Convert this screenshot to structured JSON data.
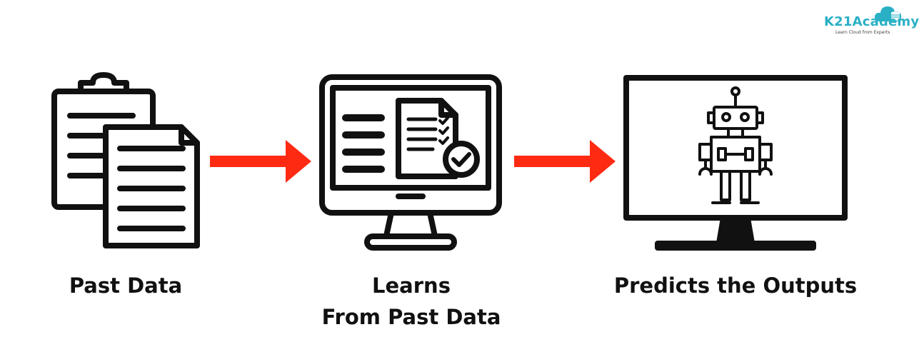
{
  "brand": {
    "name": "K21Academy",
    "tagline": "Learn Cloud from Experts",
    "color": "#2ab0c5"
  },
  "steps": [
    {
      "label": "Past Data",
      "icon": "clipboard-documents-icon"
    },
    {
      "label_line1": "Learns",
      "label_line2": "From Past Data",
      "icon": "monitor-checklist-icon"
    },
    {
      "label": "Predicts the Outputs",
      "icon": "monitor-robot-icon"
    }
  ],
  "colors": {
    "arrow": "#ff2a12",
    "stroke": "#111111"
  }
}
